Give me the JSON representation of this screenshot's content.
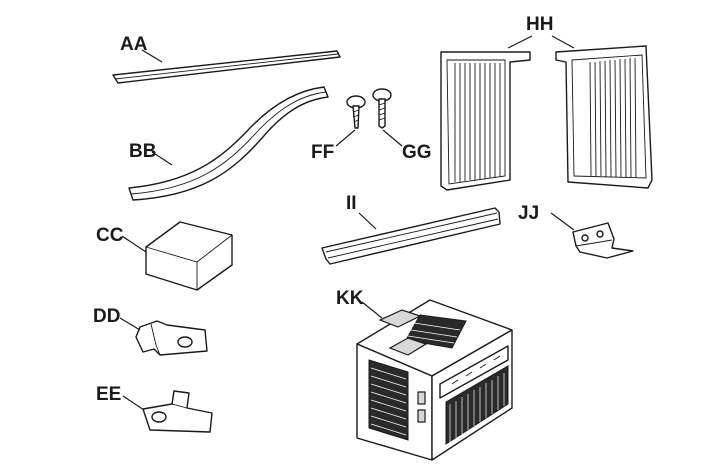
{
  "labels": {
    "aa": "AA",
    "bb": "BB",
    "cc": "CC",
    "dd": "DD",
    "ee": "EE",
    "ff": "FF",
    "gg": "GG",
    "hh": "HH",
    "ii": "II",
    "jj": "JJ",
    "kk": "KK"
  }
}
